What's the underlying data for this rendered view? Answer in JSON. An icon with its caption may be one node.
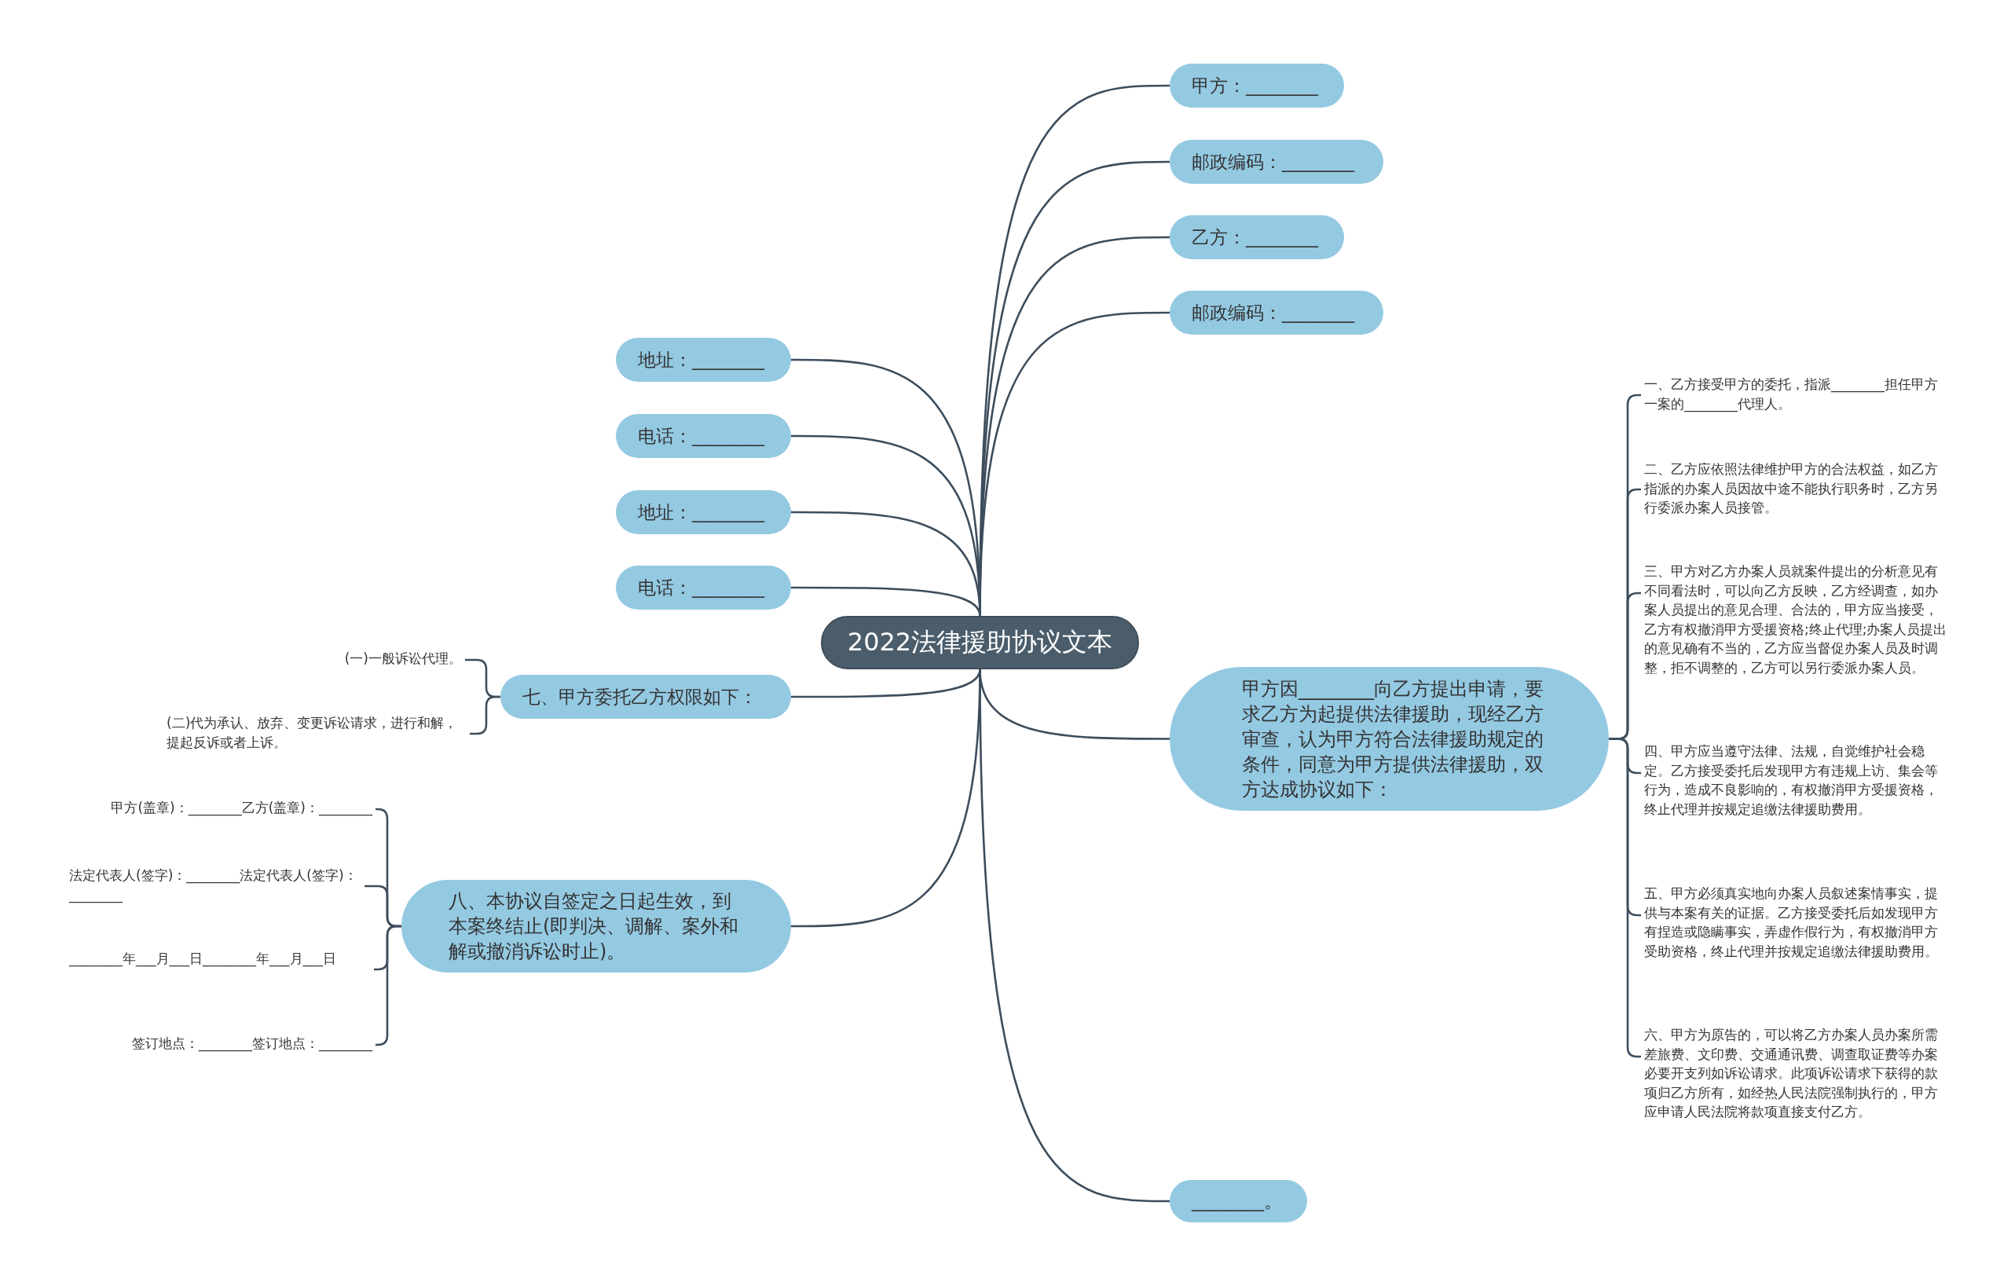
{
  "diagram": {
    "nodes": [
      {
        "text": [
          "2022法律援助协议文本"
        ]
      },
      {
        "text": [
          "甲方：________"
        ]
      },
      {
        "text": [
          "邮政编码：________"
        ]
      },
      {
        "text": [
          "乙方：________"
        ]
      },
      {
        "text": [
          "邮政编码：________"
        ]
      },
      {
        "text": [
          "甲方因________向乙方提出申请，要求乙方为起提供法律援助，现经乙方审查，认为甲方符合法律援助规定的条件，同意为甲方提供法律援助，双方达成协议如下："
        ]
      },
      {
        "text": [
          "一、乙方接受甲方的委托，指派________担任甲方一案的________代理人。"
        ]
      },
      {
        "text": [
          "二、乙方应依照法律维护甲方的合法权益，如乙方指派的办案人员因故中途不能执行职务时，乙方另行委派办案人员接管。"
        ]
      },
      {
        "text": [
          "三、甲方对乙方办案人员就案件提出的分析意见有不同看法时，可以向乙方反映，乙方经调查，如办案人员提出的意见合理、合法的，甲方应当接受，乙方有权撤消甲方受援资格;终止代理;办案人员提出的意见确有不当的，乙方应当督促办案人员及时调整，拒不调整的，乙方可以另行委派办案人员。"
        ]
      },
      {
        "text": [
          "四、甲方应当遵守法律、法规，自觉维护社会稳定。乙方接受委托后发现甲方有违规上访、集会等行为，造成不良影响的，有权撤消甲方受援资格，终止代理并按规定追缴法律援助费用。"
        ]
      },
      {
        "text": [
          "五、甲方必须真实地向办案人员叙述案情事实，提供与本案有关的证据。乙方接受委托后如发现甲方有捏造或隐瞒事实，弄虚作假行为，有权撤消甲方受助资格，终止代理并按规定追缴法律援助费用。"
        ]
      },
      {
        "text": [
          "六、甲方为原告的，可以将乙方办案人员办案所需差旅费、文印费、交通通讯费、调查取证费等办案必要开支列如诉讼请求。此项诉讼请求下获得的款项归乙方所有，如经热人民法院强制执行的，甲方应申请人民法院将款项直接支付乙方。"
        ]
      },
      {
        "text": [
          "________。"
        ]
      },
      {
        "text": [
          "地址：________"
        ]
      },
      {
        "text": [
          "电话：________"
        ]
      },
      {
        "text": [
          "地址：________"
        ]
      },
      {
        "text": [
          "电话：________"
        ]
      },
      {
        "text": [
          "七、甲方委托乙方权限如下："
        ]
      },
      {
        "text": [
          "(一)一般诉讼代理。"
        ]
      },
      {
        "text": [
          "(二)代为承认、放弃、变更诉讼请求，进行和解，提起反诉或者上诉。"
        ]
      },
      {
        "text": [
          "八、本协议自签定之日起生效，到本案终结止(即判决、调解、案外和解或撤消诉讼时止)。"
        ]
      },
      {
        "text": [
          "甲方(盖章)：________乙方(盖章)：________"
        ]
      },
      {
        "text": [
          "法定代表人(签字)：________法定代表人(签字)：________"
        ]
      },
      {
        "text": [
          "________年___月___日________年___月___日"
        ]
      },
      {
        "text": [
          "签订地点：________签订地点：________"
        ]
      }
    ],
    "edges": [
      {
        "from": 0,
        "to": 1,
        "arrow": "none"
      },
      {
        "from": 0,
        "to": 2,
        "arrow": "none"
      },
      {
        "from": 0,
        "to": 3,
        "arrow": "none"
      },
      {
        "from": 0,
        "to": 4,
        "arrow": "none"
      },
      {
        "from": 0,
        "to": 5,
        "arrow": "none"
      },
      {
        "from": 5,
        "to": 6,
        "arrow": "none"
      },
      {
        "from": 5,
        "to": 7,
        "arrow": "none"
      },
      {
        "from": 5,
        "to": 8,
        "arrow": "none"
      },
      {
        "from": 5,
        "to": 9,
        "arrow": "none"
      },
      {
        "from": 5,
        "to": 10,
        "arrow": "none"
      },
      {
        "from": 5,
        "to": 11,
        "arrow": "none"
      },
      {
        "from": 0,
        "to": 12,
        "arrow": "none"
      },
      {
        "from": 0,
        "to": 13,
        "arrow": "none"
      },
      {
        "from": 0,
        "to": 14,
        "arrow": "none"
      },
      {
        "from": 0,
        "to": 15,
        "arrow": "none"
      },
      {
        "from": 0,
        "to": 16,
        "arrow": "none"
      },
      {
        "from": 0,
        "to": 17,
        "arrow": "none"
      },
      {
        "from": 17,
        "to": 18,
        "arrow": "none"
      },
      {
        "from": 17,
        "to": 19,
        "arrow": "none"
      },
      {
        "from": 0,
        "to": 20,
        "arrow": "none"
      },
      {
        "from": 20,
        "to": 21,
        "arrow": "none"
      },
      {
        "from": 20,
        "to": 22,
        "arrow": "none"
      },
      {
        "from": 20,
        "to": 23,
        "arrow": "none"
      },
      {
        "from": 20,
        "to": 24,
        "arrow": "none"
      }
    ]
  }
}
